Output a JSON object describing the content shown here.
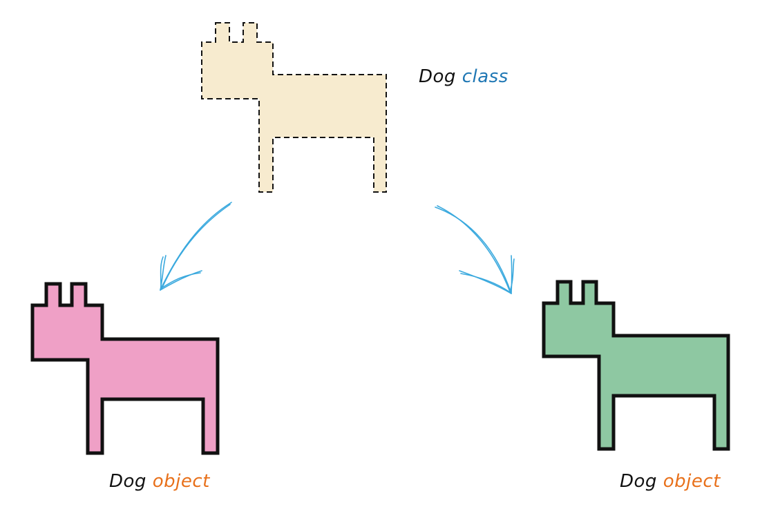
{
  "class_dog": {
    "name": "Dog",
    "kind": "class",
    "fill": "#f7ebcf",
    "stroke": "#111111",
    "stroke_style": "dashed"
  },
  "object_left": {
    "name": "Dog",
    "kind": "object",
    "fill": "#efa0c6",
    "stroke": "#111111"
  },
  "object_right": {
    "name": "Dog",
    "kind": "object",
    "fill": "#8ec8a2",
    "stroke": "#111111"
  },
  "arrows": {
    "color": "#3aa9de"
  },
  "colors": {
    "class_word": "#1f77b4",
    "object_word": "#e8701a",
    "name_word": "#111111"
  }
}
